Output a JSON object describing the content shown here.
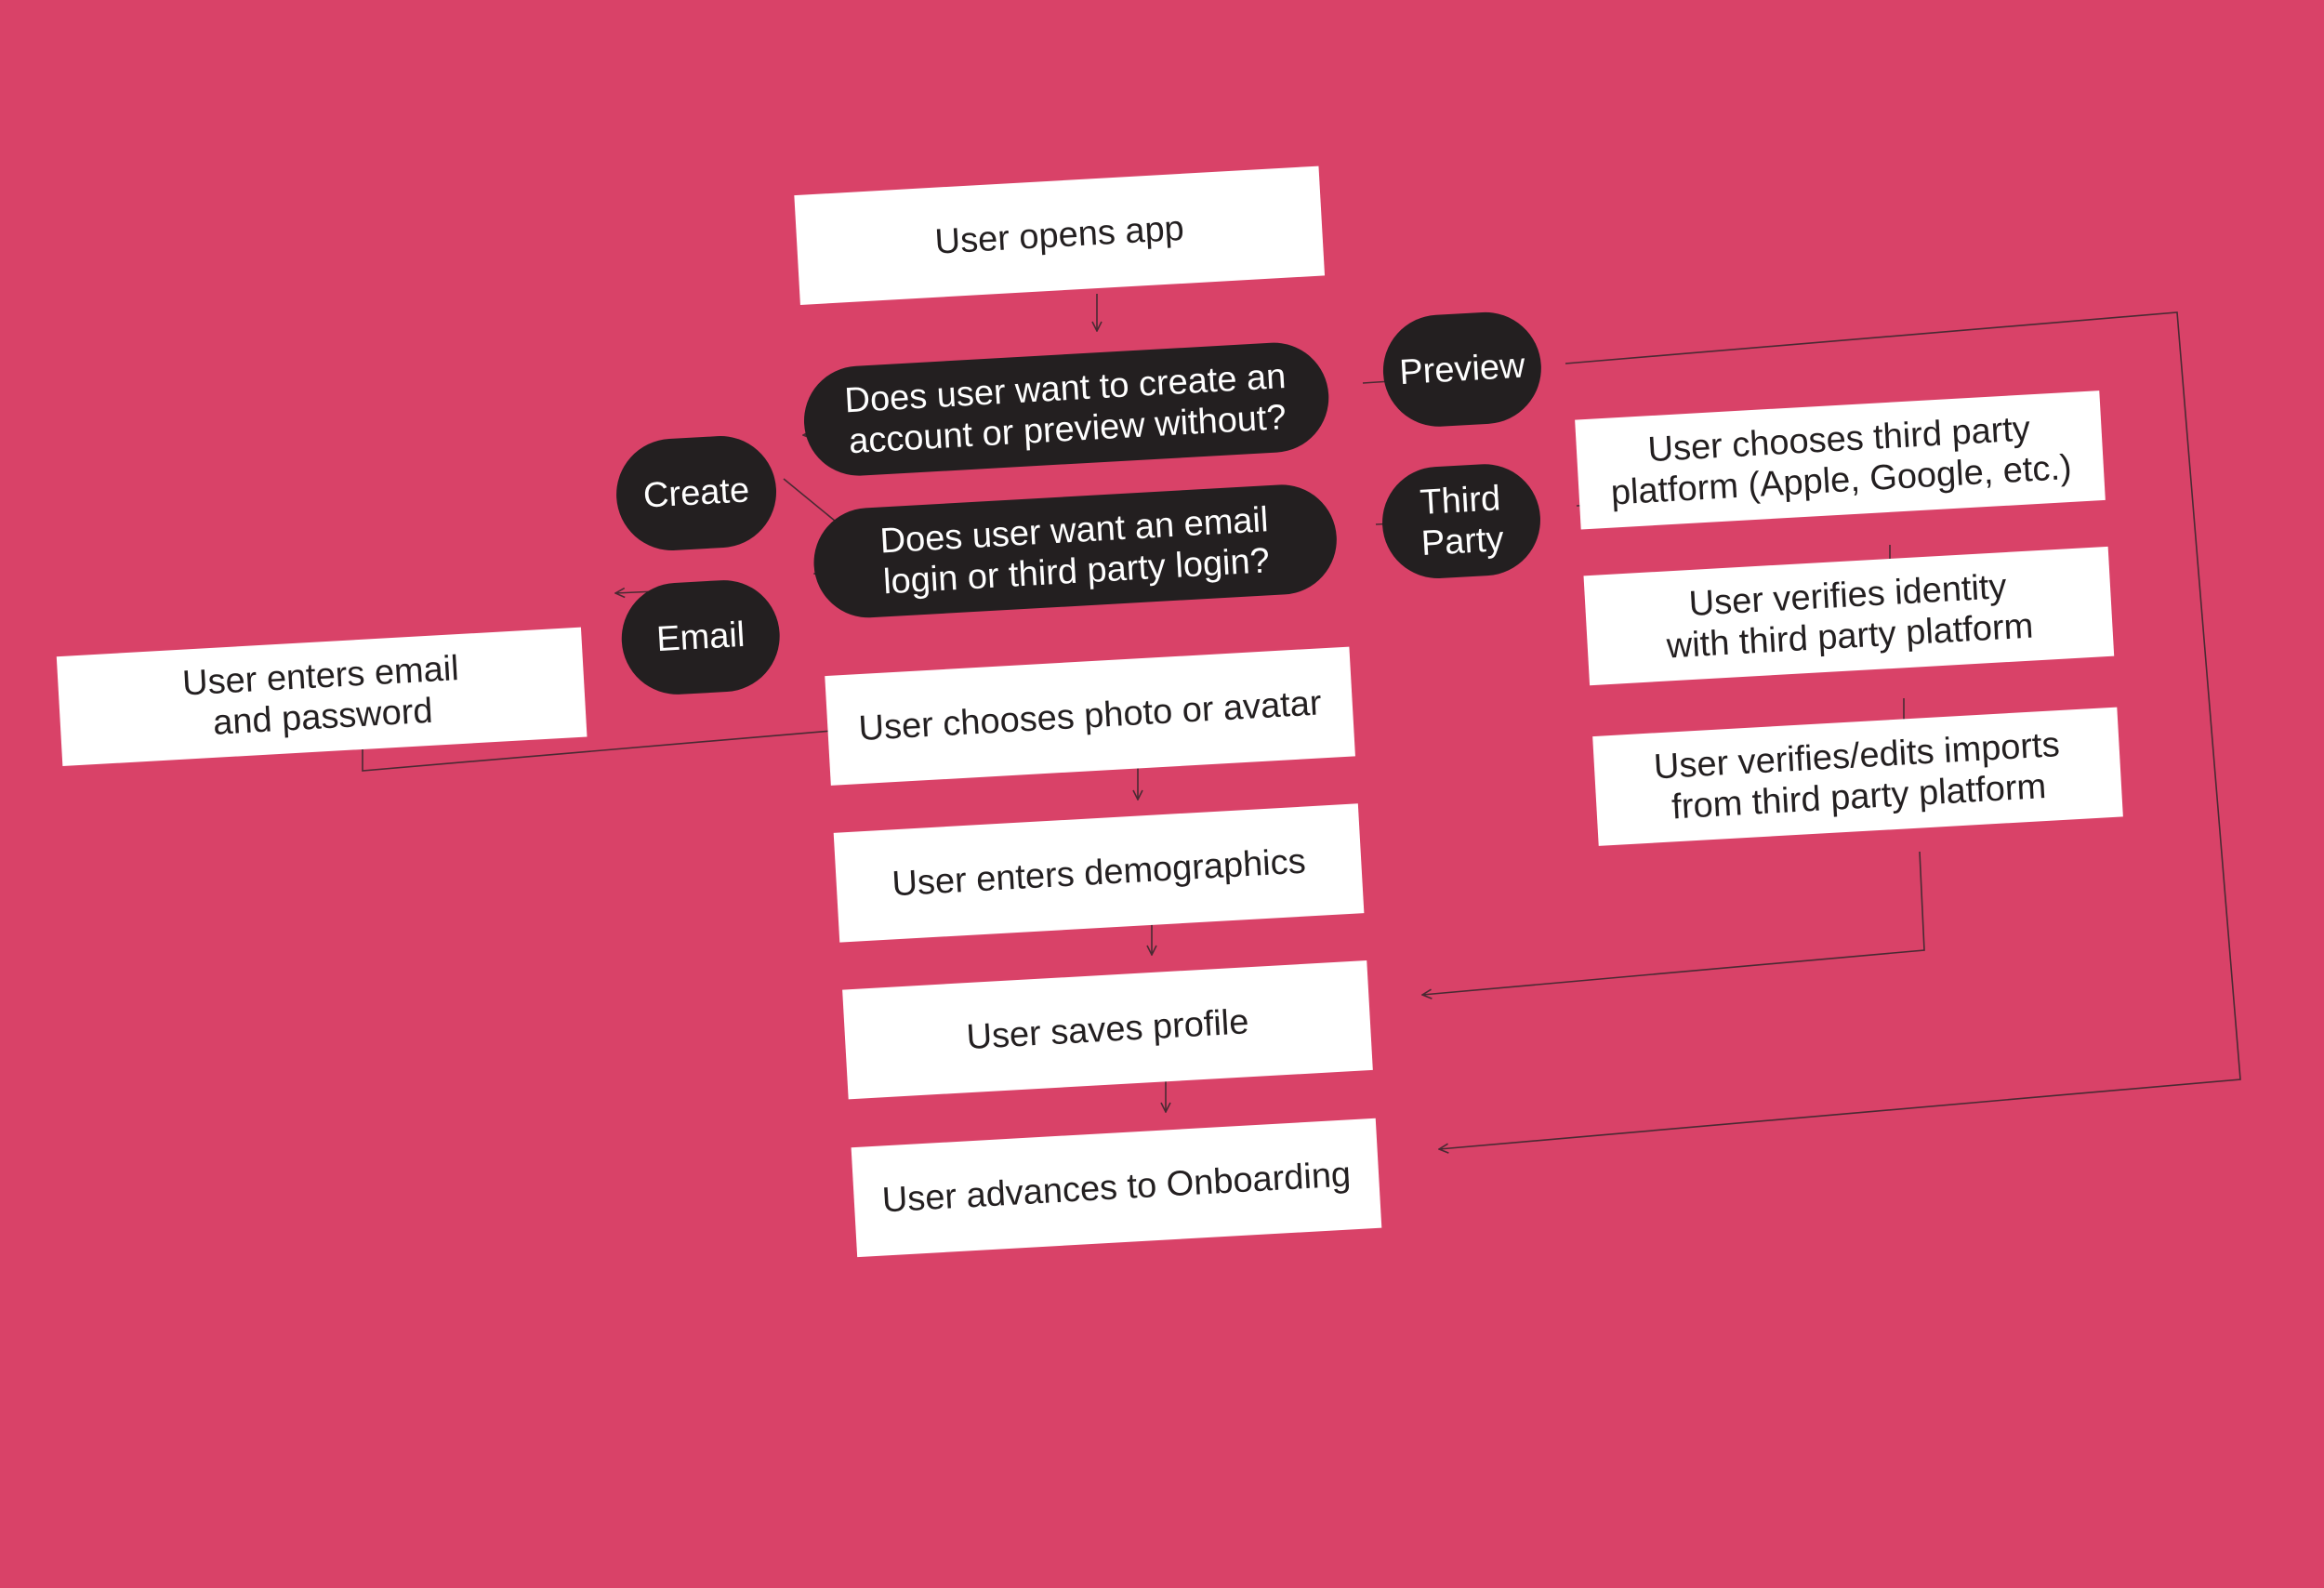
{
  "colors": {
    "background": "#d94268",
    "box": "#ffffff",
    "pill": "#231f20",
    "line": "#4a2a33"
  },
  "nodes": {
    "user_opens_app": "User opens app",
    "q_create_or_preview": "Does user want to create an\naccount or preview without?",
    "create": "Create",
    "preview": "Preview",
    "q_email_or_third_party": "Does user want an email\nlogin or third party login?",
    "email": "Email",
    "third_party": "Third\nParty",
    "enters_email_password": "User enters email\nand password",
    "chooses_third_party_platform": "User chooses third party\nplatform (Apple, Google, etc.)",
    "verifies_identity": "User verifies identity\nwith third party platform",
    "verifies_imports": "User verifies/edits imports\nfrom third party platform",
    "chooses_photo": "User chooses photo or avatar",
    "enters_demographics": "User enters demographics",
    "saves_profile": "User saves profile",
    "advances_onboarding": "User advances to Onboarding"
  }
}
